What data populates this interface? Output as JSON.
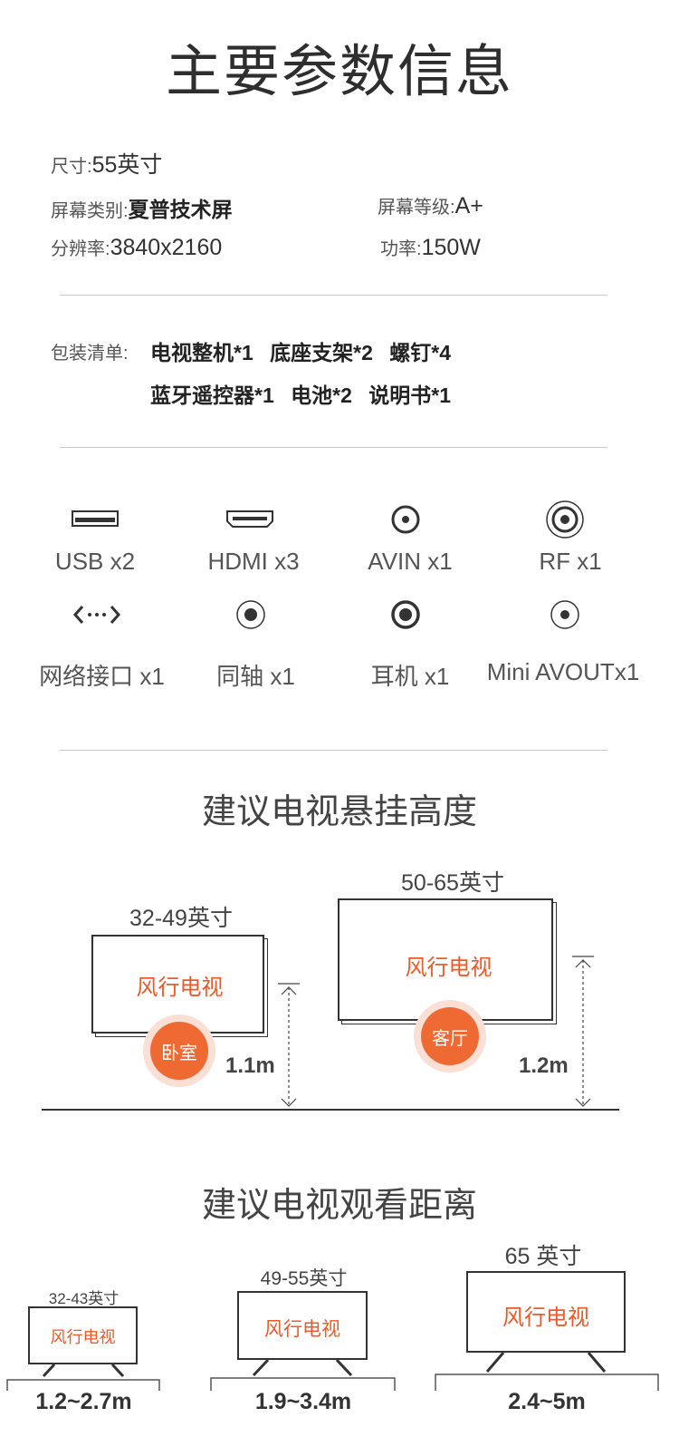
{
  "title": "主要参数信息",
  "specs": {
    "size_label": "尺寸:",
    "size_value": "55英寸",
    "screen_type_label": "屏幕类别:",
    "screen_type_value": "夏普技术屏",
    "screen_grade_label": "屏幕等级:",
    "screen_grade_value": "A+",
    "resolution_label": "分辨率:",
    "resolution_value": "3840x2160",
    "power_label": "功率:",
    "power_value": "150W"
  },
  "package": {
    "label": "包装清单:",
    "line1": "电视整机*1 底座支架*2 螺钉*4",
    "line2": "蓝牙遥控器*1 电池*2 说明书*1"
  },
  "ports": [
    {
      "label": "USB x2",
      "icon": "usb-port-icon"
    },
    {
      "label": "HDMI x3",
      "icon": "hdmi-port-icon"
    },
    {
      "label": "AVIN x1",
      "icon": "avin-port-icon"
    },
    {
      "label": "RF x1",
      "icon": "rf-port-icon"
    },
    {
      "label": "网络接口 x1",
      "icon": "network-port-icon"
    },
    {
      "label": "同轴 x1",
      "icon": "coaxial-port-icon"
    },
    {
      "label": "耳机 x1",
      "icon": "headphone-port-icon"
    },
    {
      "label": "Mini AVOUTx1",
      "icon": "mini-avout-port-icon"
    }
  ],
  "hanging": {
    "title": "建议电视悬挂高度",
    "small": {
      "size": "32-49英寸",
      "brand": "风行电视",
      "room": "卧室",
      "height": "1.1m"
    },
    "large": {
      "size": "50-65英寸",
      "brand": "风行电视",
      "room": "客厅",
      "height": "1.2m"
    }
  },
  "viewing": {
    "title": "建议电视观看距离",
    "items": [
      {
        "size": "32-43英寸",
        "brand": "风行电视",
        "distance": "1.2~2.7m"
      },
      {
        "size": "49-55英寸",
        "brand": "风行电视",
        "distance": "1.9~3.4m"
      },
      {
        "size": "65 英寸",
        "brand": "风行电视",
        "distance": "2.4~5m"
      }
    ]
  },
  "colors": {
    "accent": "#ef6a33",
    "brand_text": "#ec5a29",
    "text": "#333333",
    "rule": "#c9c9c9"
  }
}
